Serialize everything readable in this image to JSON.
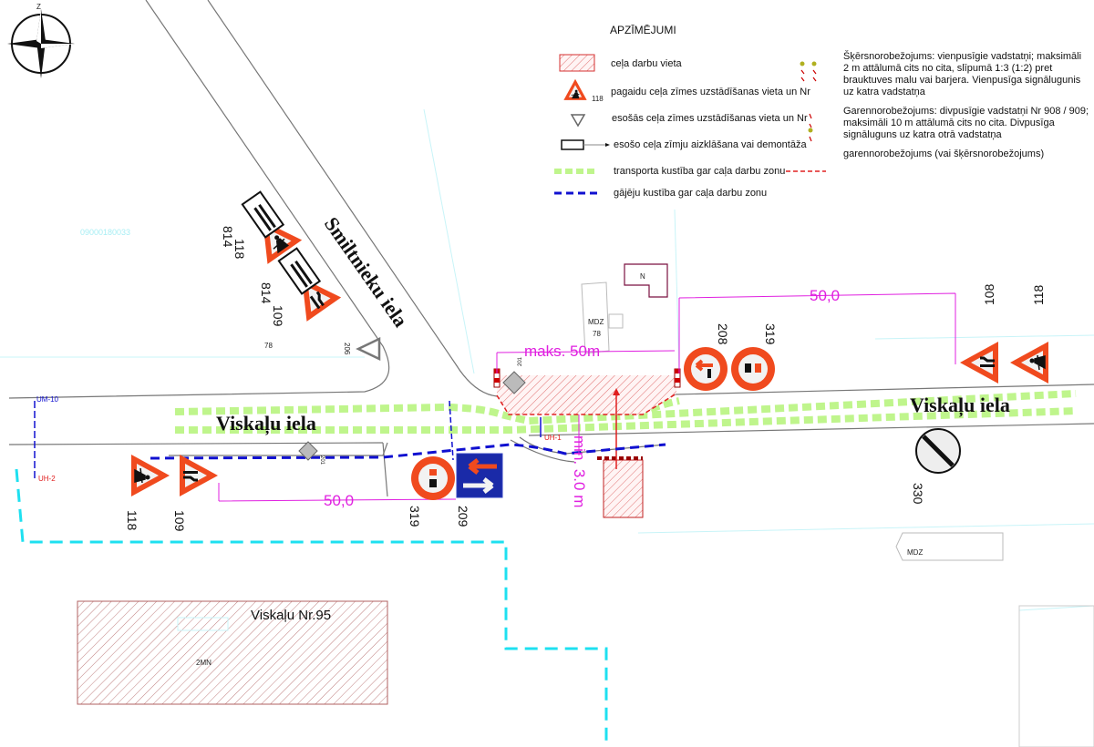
{
  "legend": {
    "title": "APZĪMĒJUMI",
    "items": [
      {
        "label": "ceļa darbu vieta"
      },
      {
        "label": "pagaidu ceļa zīmes uzstādīšanas vieta un Nr",
        "sample_number": "118"
      },
      {
        "label": "esošās ceļa zīmes uzstādīšanas vieta un Nr"
      },
      {
        "label": "esošo ceļa zīmju aizklāšana vai demontāža"
      },
      {
        "label": "transporta kustība gar caļa darbu zonu"
      },
      {
        "label": "gājēju kustība gar caļa darbu zonu"
      }
    ],
    "right_items": [
      {
        "label": "Šķērsnorobežojums: vienpusīgie vadstatņi; maksimāli 2 m attālumā cits no cita, slīpumā 1:3 (1:2) pret brauktuves malu vai barjera. Vienpusīga signālugunis uz katra vadstatņa"
      },
      {
        "label": "Garennorobežojums: divpusīgie vadstatņi Nr 908 / 909; maksimāli 10 m attālumā cits no cita. Divpusīga signāluguns uz katra otrā vadstatņa"
      },
      {
        "label": "garennorobežojums (vai šķērsnorobežojums)"
      }
    ]
  },
  "streets": {
    "smiltnieku": "Smiltnieku iela",
    "viskalu_left": "Viskaļu iela",
    "viskalu_right": "Viskaļu iela"
  },
  "signs": {
    "top1_a": "814",
    "top1_b": "118",
    "top2_a": "814",
    "top2_b": "109",
    "existing_206": "206",
    "existing_201_left": "201",
    "existing_201_mid": "201",
    "right_208": "208",
    "right_319": "319",
    "right_108": "108",
    "right_118": "118",
    "right_330": "330",
    "bottom_118": "118",
    "bottom_109": "109",
    "bottom_319": "319",
    "bottom_209": "209"
  },
  "dimensions": {
    "top_right": "50,0",
    "bottom_left": "50,0",
    "max_len": "maks. 50m",
    "min_width": "min. 3.0 m"
  },
  "labels": {
    "parcel": "09000180033",
    "house_78_left": "78",
    "house_78_mid": "78",
    "mdz_top": "MDZ",
    "mdz_right": "MDZ",
    "n_building": "N",
    "building_95": "Viskaļu Nr.95",
    "building_2mn": "2MN",
    "um10": "UM-10",
    "uh2": "UH-2",
    "uh1": "UH-1",
    "compass_n": "Z"
  },
  "colors": {
    "sign_red": "#f04a1e",
    "work_zone": "#d43030",
    "traffic_green": "#bff58c",
    "pedestrian_blue": "#1010d0",
    "dimension_magenta": "#e020e0",
    "boundary_cyan": "#1ee0f0",
    "info_blue": "#1a2aa8"
  }
}
